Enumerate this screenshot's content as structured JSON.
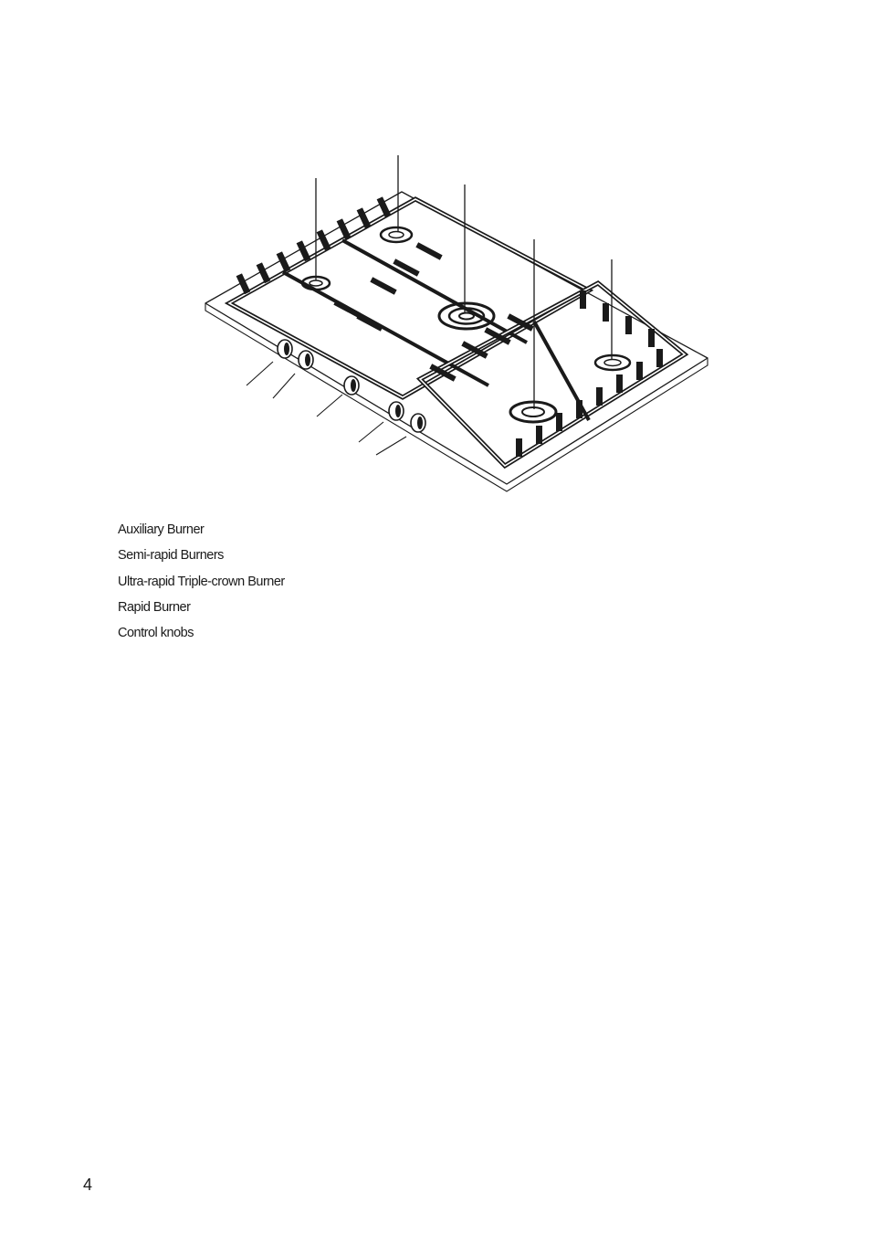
{
  "figure": {
    "subject": "gas hob with five burners and front control knobs",
    "callout_count": 5
  },
  "legend": {
    "items": [
      {
        "label": "Auxiliary Burner"
      },
      {
        "label": "Semi-rapid Burners"
      },
      {
        "label": "Ultra-rapid Triple-crown Burner"
      },
      {
        "label": "Rapid Burner"
      },
      {
        "label": "Control knobs"
      }
    ]
  },
  "page": {
    "number": "4"
  }
}
